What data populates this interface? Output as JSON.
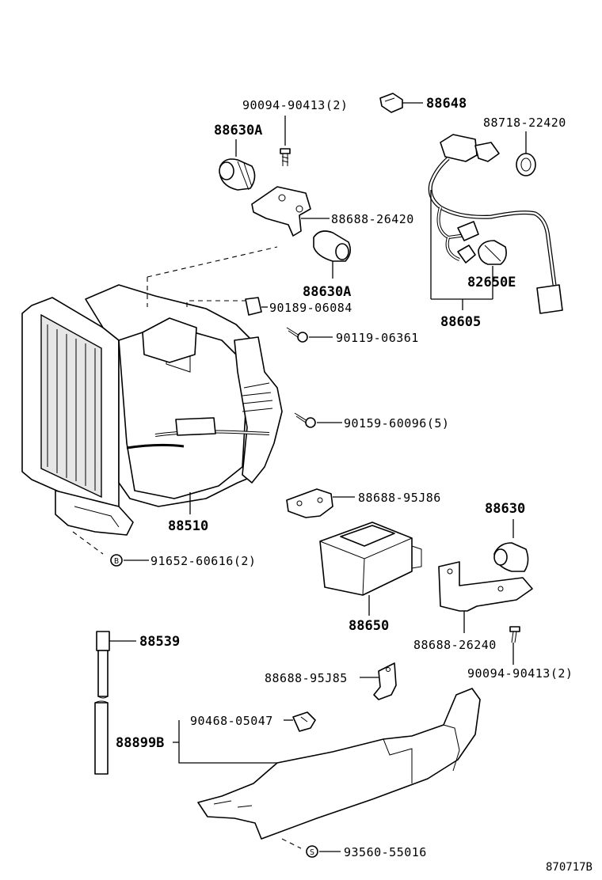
{
  "diagram": {
    "labels": {
      "p88648": "88648",
      "p90094_90413_top": "90094-90413(2)",
      "p88630A_top": "88630A",
      "p88718_22420": "88718-22420",
      "p88688_26420": "88688-26420",
      "p88630A_mid": "88630A",
      "p82650E": "82650E",
      "p90189_06084": "90189-06084",
      "p88605": "88605",
      "p90119_06361": "90119-06361",
      "p90159_60096": "90159-60096(5)",
      "p88688_95J86": "88688-95J86",
      "p88510": "88510",
      "p88630": "88630",
      "p91652_60616": "91652-60616(2)",
      "p88650": "88650",
      "p88539": "88539",
      "p88688_26240": "88688-26240",
      "p88688_95J85": "88688-95J85",
      "p90094_90413_bot": "90094-90413(2)",
      "p90468_05047": "90468-05047",
      "p88899B": "88899B",
      "p93560_55016": "93560-55016"
    },
    "markers": {
      "b_marker": "B",
      "s_marker": "S"
    },
    "figure_ref": "870717B"
  }
}
